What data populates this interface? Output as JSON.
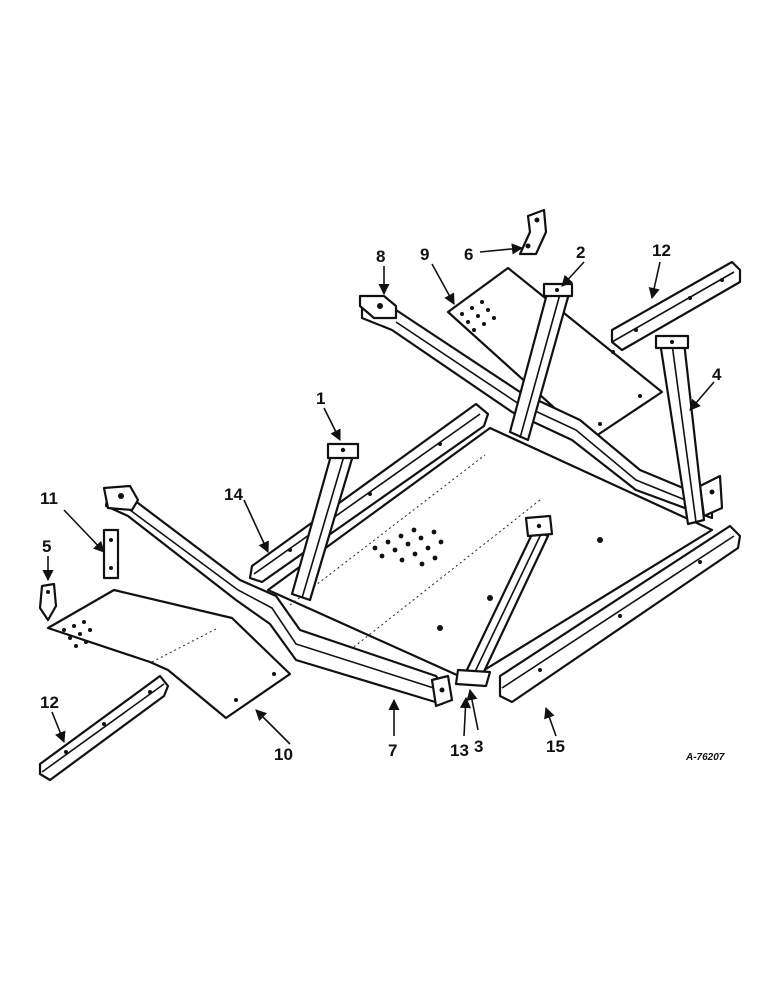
{
  "diagram": {
    "callouts": {
      "c1": "1",
      "c2": "2",
      "c3": "3",
      "c4": "4",
      "c5": "5",
      "c6": "6",
      "c7": "7",
      "c8": "8",
      "c9": "9",
      "c10": "10",
      "c11": "11",
      "c12a": "12",
      "c12b": "12",
      "c13": "13",
      "c14": "14",
      "c15": "15"
    },
    "reference_code": "A-76207"
  }
}
